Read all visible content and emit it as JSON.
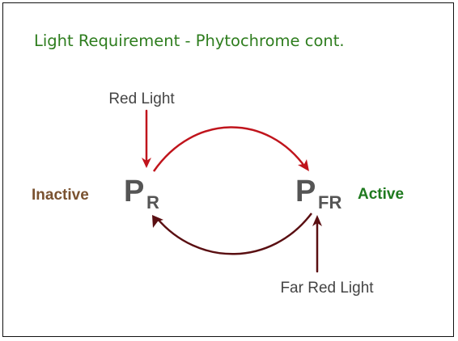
{
  "title": "Light Requirement - Phytochrome cont.",
  "diagram": {
    "nodes": {
      "pr": {
        "main": "P",
        "sub": "R",
        "state": "Inactive"
      },
      "pfr": {
        "main": "P",
        "sub": "FR",
        "state": "Active"
      }
    },
    "inputs": {
      "red": "Red Light",
      "far_red": "Far Red Light"
    }
  },
  "colors": {
    "title": "#2e7d1e",
    "node_text": "#555555",
    "inactive": "#7a5230",
    "active": "#1f7a1f",
    "red_light_arrow": "#c0141c",
    "far_red_arrow": "#5a0f12",
    "input_label": "#444444",
    "frame": "#111111"
  }
}
